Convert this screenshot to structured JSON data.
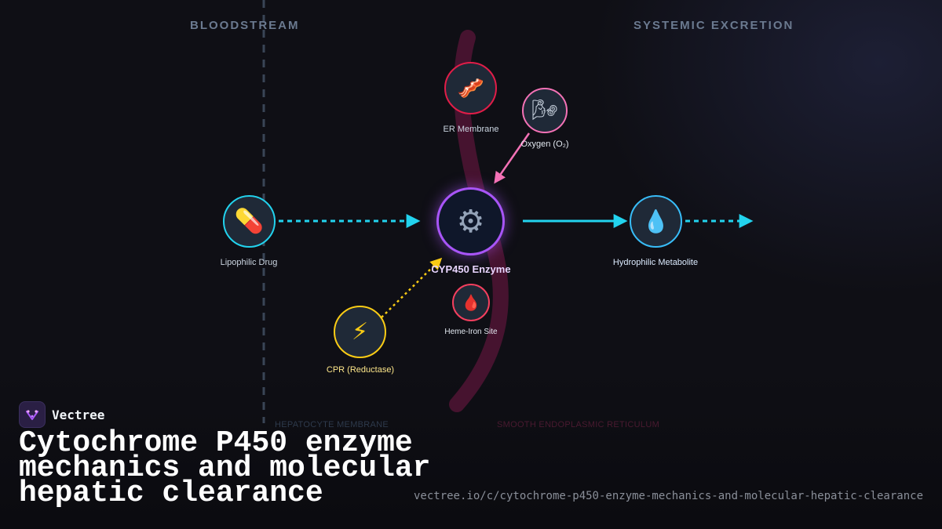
{
  "zones": {
    "left": "BLOODSTREAM",
    "right": "SYSTEMIC EXCRETION"
  },
  "membranes": {
    "hepatocyte": "HEPATOCYTE MEMBRANE",
    "er": "SMOOTH ENDOPLASMIC RETICULUM"
  },
  "nodes": {
    "drug": {
      "label": "Lipophilic Drug",
      "icon": "pill-icon",
      "glyph": "💊",
      "color": "#22d3ee"
    },
    "enzyme": {
      "label": "CYP450 Enzyme",
      "icon": "gear-icon",
      "glyph": "⚙",
      "color": "#a855f7"
    },
    "metabolite": {
      "label": "Hydrophilic Metabolite",
      "icon": "droplet-icon",
      "glyph": "💧",
      "color": "#38bdf8"
    },
    "er_membrane": {
      "label": "ER Membrane",
      "icon": "membrane-icon",
      "glyph": "🥓",
      "color": "#e11d48"
    },
    "oxygen": {
      "label": "Oxygen (O₂)",
      "icon": "wind-icon",
      "glyph": "🌬",
      "color": "#f472b6"
    },
    "heme": {
      "label": "Heme-Iron Site",
      "icon": "blood-drop-icon",
      "glyph": "🩸",
      "color": "#f43f5e"
    },
    "cpr": {
      "label": "CPR (Reductase)",
      "icon": "lightning-icon",
      "glyph": "⚡",
      "color": "#facc15"
    }
  },
  "colors": {
    "cyan": "#22d3ee",
    "purple": "#a855f7",
    "pink": "#f472b6",
    "yellow": "#facc15",
    "er_band": "#5a1530"
  },
  "brand": {
    "name": "Vectree",
    "title": "Cytochrome P450 enzyme mechanics and molecular hepatic clearance",
    "url": "vectree.io/c/cytochrome-p450-enzyme-mechanics-and-molecular-hepatic-clearance"
  }
}
